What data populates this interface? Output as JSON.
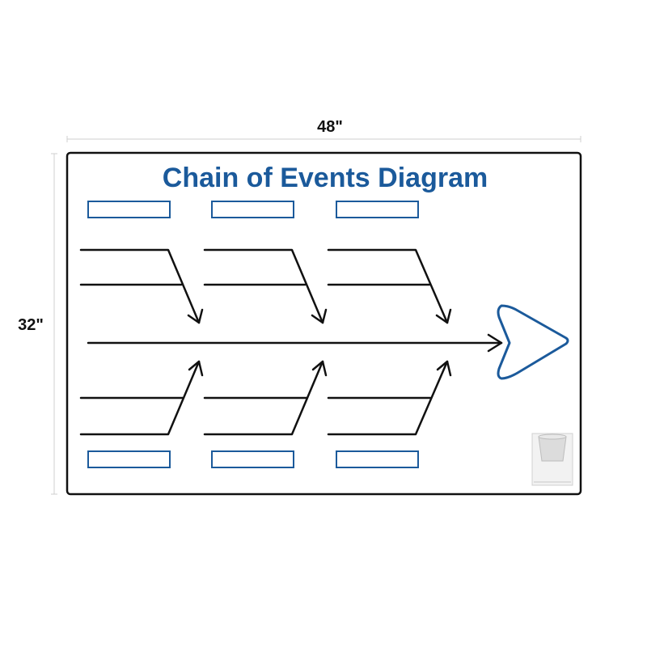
{
  "dimensions": {
    "width_label": "48\"",
    "height_label": "32\""
  },
  "board": {
    "title": "Chain of Events Diagram"
  },
  "colors": {
    "title_blue": "#1b5a9b",
    "label_box_border": "#1b5a9b",
    "line_black": "#111111",
    "dimension_line": "#cfcfcf",
    "holder_gray": "#d8d8d8"
  },
  "icons": {
    "end_arrow": "arrowhead-icon",
    "marker_holder": "marker-cup-icon"
  }
}
